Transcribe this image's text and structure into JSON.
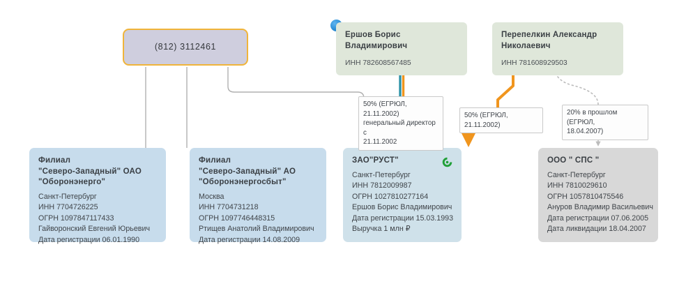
{
  "graph": {
    "phone_node": {
      "label": "(812) 3112461",
      "fill": "#cfcede",
      "border": "#f0b43a"
    },
    "persons": [
      {
        "name": "Ершов  Борис  Владимирович",
        "inn": "ИНН 782608567485",
        "marker": "blue-dot"
      },
      {
        "name": "Перепелкин Александр\nНиколаевич",
        "inn": "ИНН 781608929503",
        "marker": "none"
      }
    ],
    "branches": [
      {
        "title": "Филиал\n\"Северо-Западный\"  ОАО\n\"Оборонэнерго\"",
        "city": "Санкт-Петербург",
        "inn": "ИНН 7704726225",
        "ogrn": "ОГРН 1097847117433",
        "director": "Гайворонский Евгений Юрьевич",
        "reg_date": "Дата регистрации 06.01.1990"
      },
      {
        "title": "Филиал\n\"Северо-Западный\"  АО\n\"Оборонэнергосбыт\"",
        "city": "Москва",
        "inn": "ИНН 7704731218",
        "ogrn": "ОГРН 1097746448315",
        "director": "Ртищев Анатолий Владимирович",
        "reg_date": "Дата регистрации 14.08.2009"
      }
    ],
    "company_center": {
      "title": "ЗАО\"РУСТ\"",
      "city": "Санкт-Петербург",
      "inn": "ИНН 7812009987",
      "ogrn": "ОГРН 1027810277164",
      "director": "Ершов Борис Владимирович",
      "reg_date": "Дата регистрации 15.03.1993",
      "revenue": "Выручка 1 млн ₽",
      "badge": "sber-logo-icon"
    },
    "company_right": {
      "title": "ООО \"  СПС  \"",
      "city": "Санкт-Петербург",
      "inn": "ИНН 7810029610",
      "ogrn": "ОГРН 1057810475546",
      "director": "Ануров Владимир Васильевич",
      "reg_date": "Дата регистрации 07.06.2005",
      "liq_date": "Дата ликвидации 18.04.2007"
    },
    "edge_labels": {
      "ershov_to_rust": "50% (ЕГРЮЛ, 21.11.2002)\nгенеральный директор с\n21.11.2002",
      "perepelkin_to_rust": "50% (ЕГРЮЛ, 21.11.2002)",
      "perepelkin_to_sps": "20% в прошлом (ЕГРЮЛ,\n18.04.2007)"
    },
    "colors": {
      "edge_gray": "#b0b0b0",
      "edge_orange": "#f0951e",
      "edge_teal": "#2e93a8",
      "edge_dotted": "#bcbcbc",
      "person_fill": "#dfe7da",
      "branch_fill": "#c7dcec",
      "company_fill": "#cfe1ea",
      "liquidated_fill": "#d8d8d8",
      "marker_blue": "#2b8ed6",
      "logo_green": "#21a038"
    }
  }
}
